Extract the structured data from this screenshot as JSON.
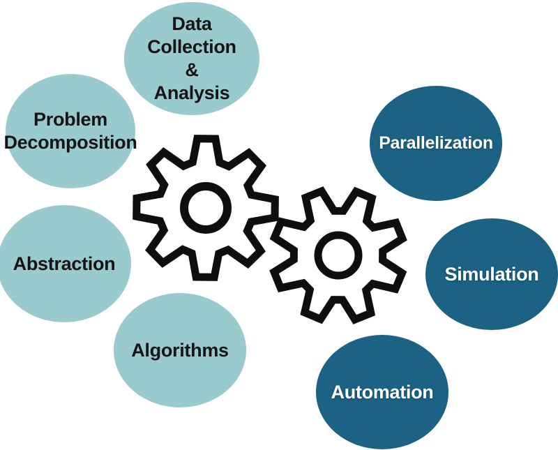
{
  "diagram": {
    "title_hint": "computational-thinking-concepts",
    "colors": {
      "background": "#ffffff",
      "light_circle": "#99cacd",
      "dark_circle": "#1c6285",
      "dark_text": "#141414",
      "light_text": "#ffffff",
      "gear_stroke": "#0e0e0e"
    },
    "circles": [
      {
        "name": "data-collection-analysis",
        "variant": "light",
        "label": "Data\nCollection\n&\nAnalysis"
      },
      {
        "name": "problem-decomposition",
        "variant": "light",
        "label": "Problem\nDecomposition"
      },
      {
        "name": "abstraction",
        "variant": "light",
        "label": "Abstraction"
      },
      {
        "name": "algorithms",
        "variant": "light",
        "label": "Algorithms"
      },
      {
        "name": "parallelization",
        "variant": "dark",
        "label": "Parallelization"
      },
      {
        "name": "simulation",
        "variant": "dark",
        "label": "Simulation"
      },
      {
        "name": "automation",
        "variant": "dark",
        "label": "Automation"
      }
    ],
    "icons": [
      {
        "name": "gear-icon",
        "position": "center-left"
      },
      {
        "name": "gear-icon",
        "position": "center-right"
      }
    ]
  }
}
